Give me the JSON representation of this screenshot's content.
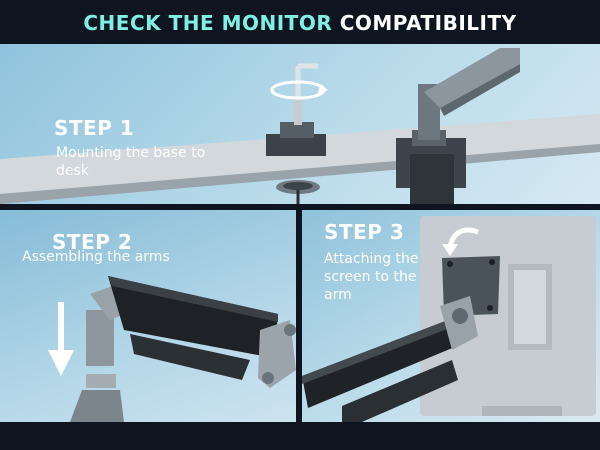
{
  "title": {
    "part1": "CHECK THE",
    "part2": "MONITOR",
    "part3": "COMPATIBILITY"
  },
  "steps": [
    {
      "label": "STEP 1",
      "description": "Mounting the base to desk"
    },
    {
      "label": "STEP 2",
      "description": "Assembling the arms"
    },
    {
      "label": "STEP 3",
      "description": "Attaching the screen to the arm"
    }
  ],
  "colors": {
    "background": "#0e1520",
    "title_accent": "#7ff0e4",
    "panel_blue": "#9cc9df",
    "text": "#ffffff"
  },
  "icons": [
    "rotate-arrow-icon",
    "down-arrow-icon",
    "curved-arrow-icon"
  ]
}
